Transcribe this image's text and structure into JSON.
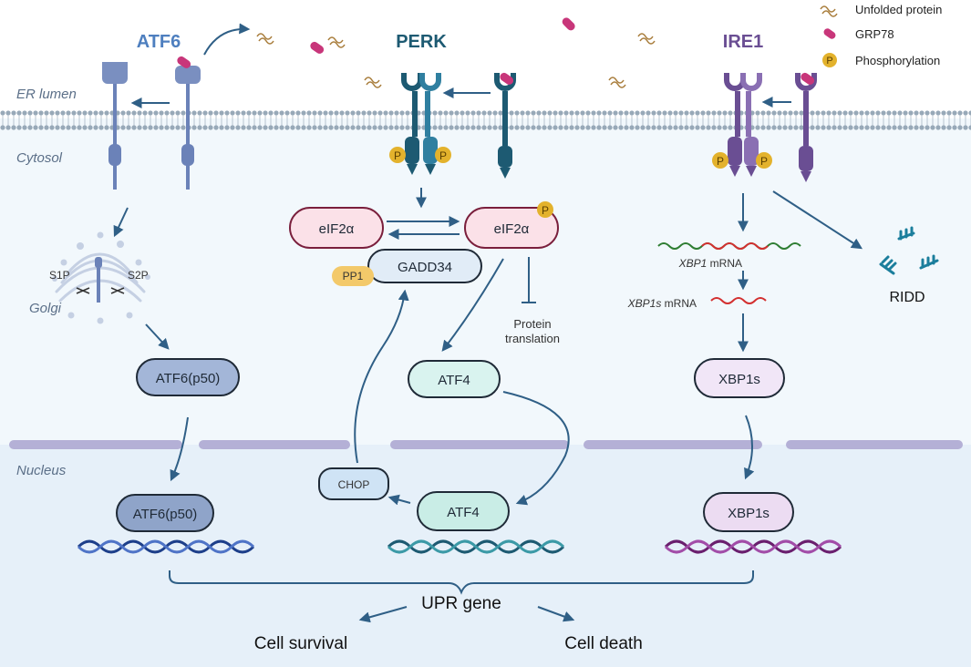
{
  "legend": {
    "unfolded": "Unfolded protein",
    "grp78": "GRP78",
    "phos": "Phosphorylation",
    "phos_symbol": "P"
  },
  "regions": {
    "er_lumen": "ER lumen",
    "cytosol": "Cytosol",
    "golgi": "Golgi",
    "nucleus": "Nucleus"
  },
  "sensors": {
    "atf6": "ATF6",
    "perk": "PERK",
    "ire1": "IRE1"
  },
  "atf6_branch": {
    "s1p": "S1P",
    "s2p": "S2P",
    "cyto_box": "ATF6(p50)",
    "nuc_box": "ATF6(p50)"
  },
  "perk_branch": {
    "eif2a": "eIF2α",
    "eif2a_p": "eIF2α",
    "gadd34": "GADD34",
    "pp1": "PP1",
    "protein_translation_1": "Protein",
    "protein_translation_2": "translation",
    "atf4_cyto": "ATF4",
    "atf4_nuc": "ATF4",
    "chop": "CHOP"
  },
  "ire1_branch": {
    "xbp1_gene": "XBP1",
    "xbp1_suffix": " mRNA",
    "xbp1s_gene": "XBP1s",
    "xbp1s_suffix": " mRNA",
    "ridd": "RIDD",
    "xbp1s_cyto": "XBP1s",
    "xbp1s_nuc": "XBP1s"
  },
  "outcomes": {
    "upr_gene": "UPR gene",
    "survival": "Cell survival",
    "death": "Cell death"
  },
  "colors": {
    "atf6": "#6b82b8",
    "perk": "#1d5a72",
    "ire1": "#6a4e93",
    "arrow": "#2f5f86",
    "grp78": "#c8367a",
    "phos": "#e3b22c"
  }
}
